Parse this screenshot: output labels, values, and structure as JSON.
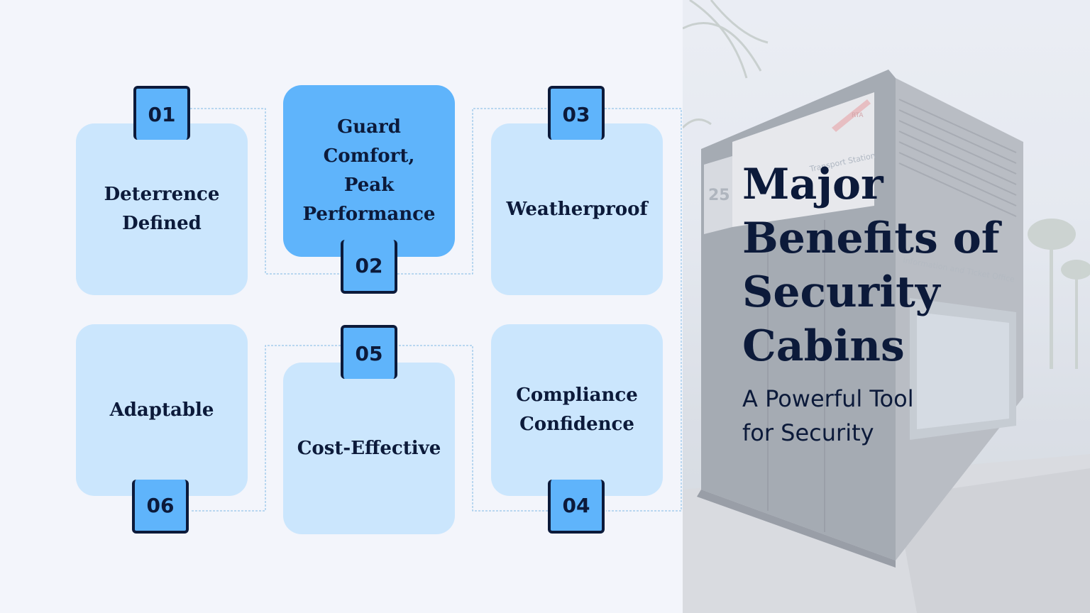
{
  "cards": [
    {
      "number": "01",
      "label": "Deterrence\nDefined"
    },
    {
      "number": "02",
      "label": "Guard Comfort,\nPeak\nPerformance"
    },
    {
      "number": "03",
      "label": "Weatherproof"
    },
    {
      "number": "06",
      "label": "Adaptable"
    },
    {
      "number": "05",
      "label": "Cost-Effective"
    },
    {
      "number": "04",
      "label": "Compliance\nConfidence"
    }
  ],
  "heading": {
    "title": "Major\nBenefits of\nSecurity\nCabins",
    "subtitle": "A Powerful Tool\nfor Security"
  },
  "photo": {
    "sign_number": "25",
    "sign_text": "Transport Station",
    "office_text": "Information and Ticket Office",
    "brand": "RTA"
  },
  "colors": {
    "page_bg": "#f3f5fb",
    "card_bg": "#cbe6fd",
    "card_active": "#5fb4fb",
    "ink": "#0c1a3a"
  }
}
